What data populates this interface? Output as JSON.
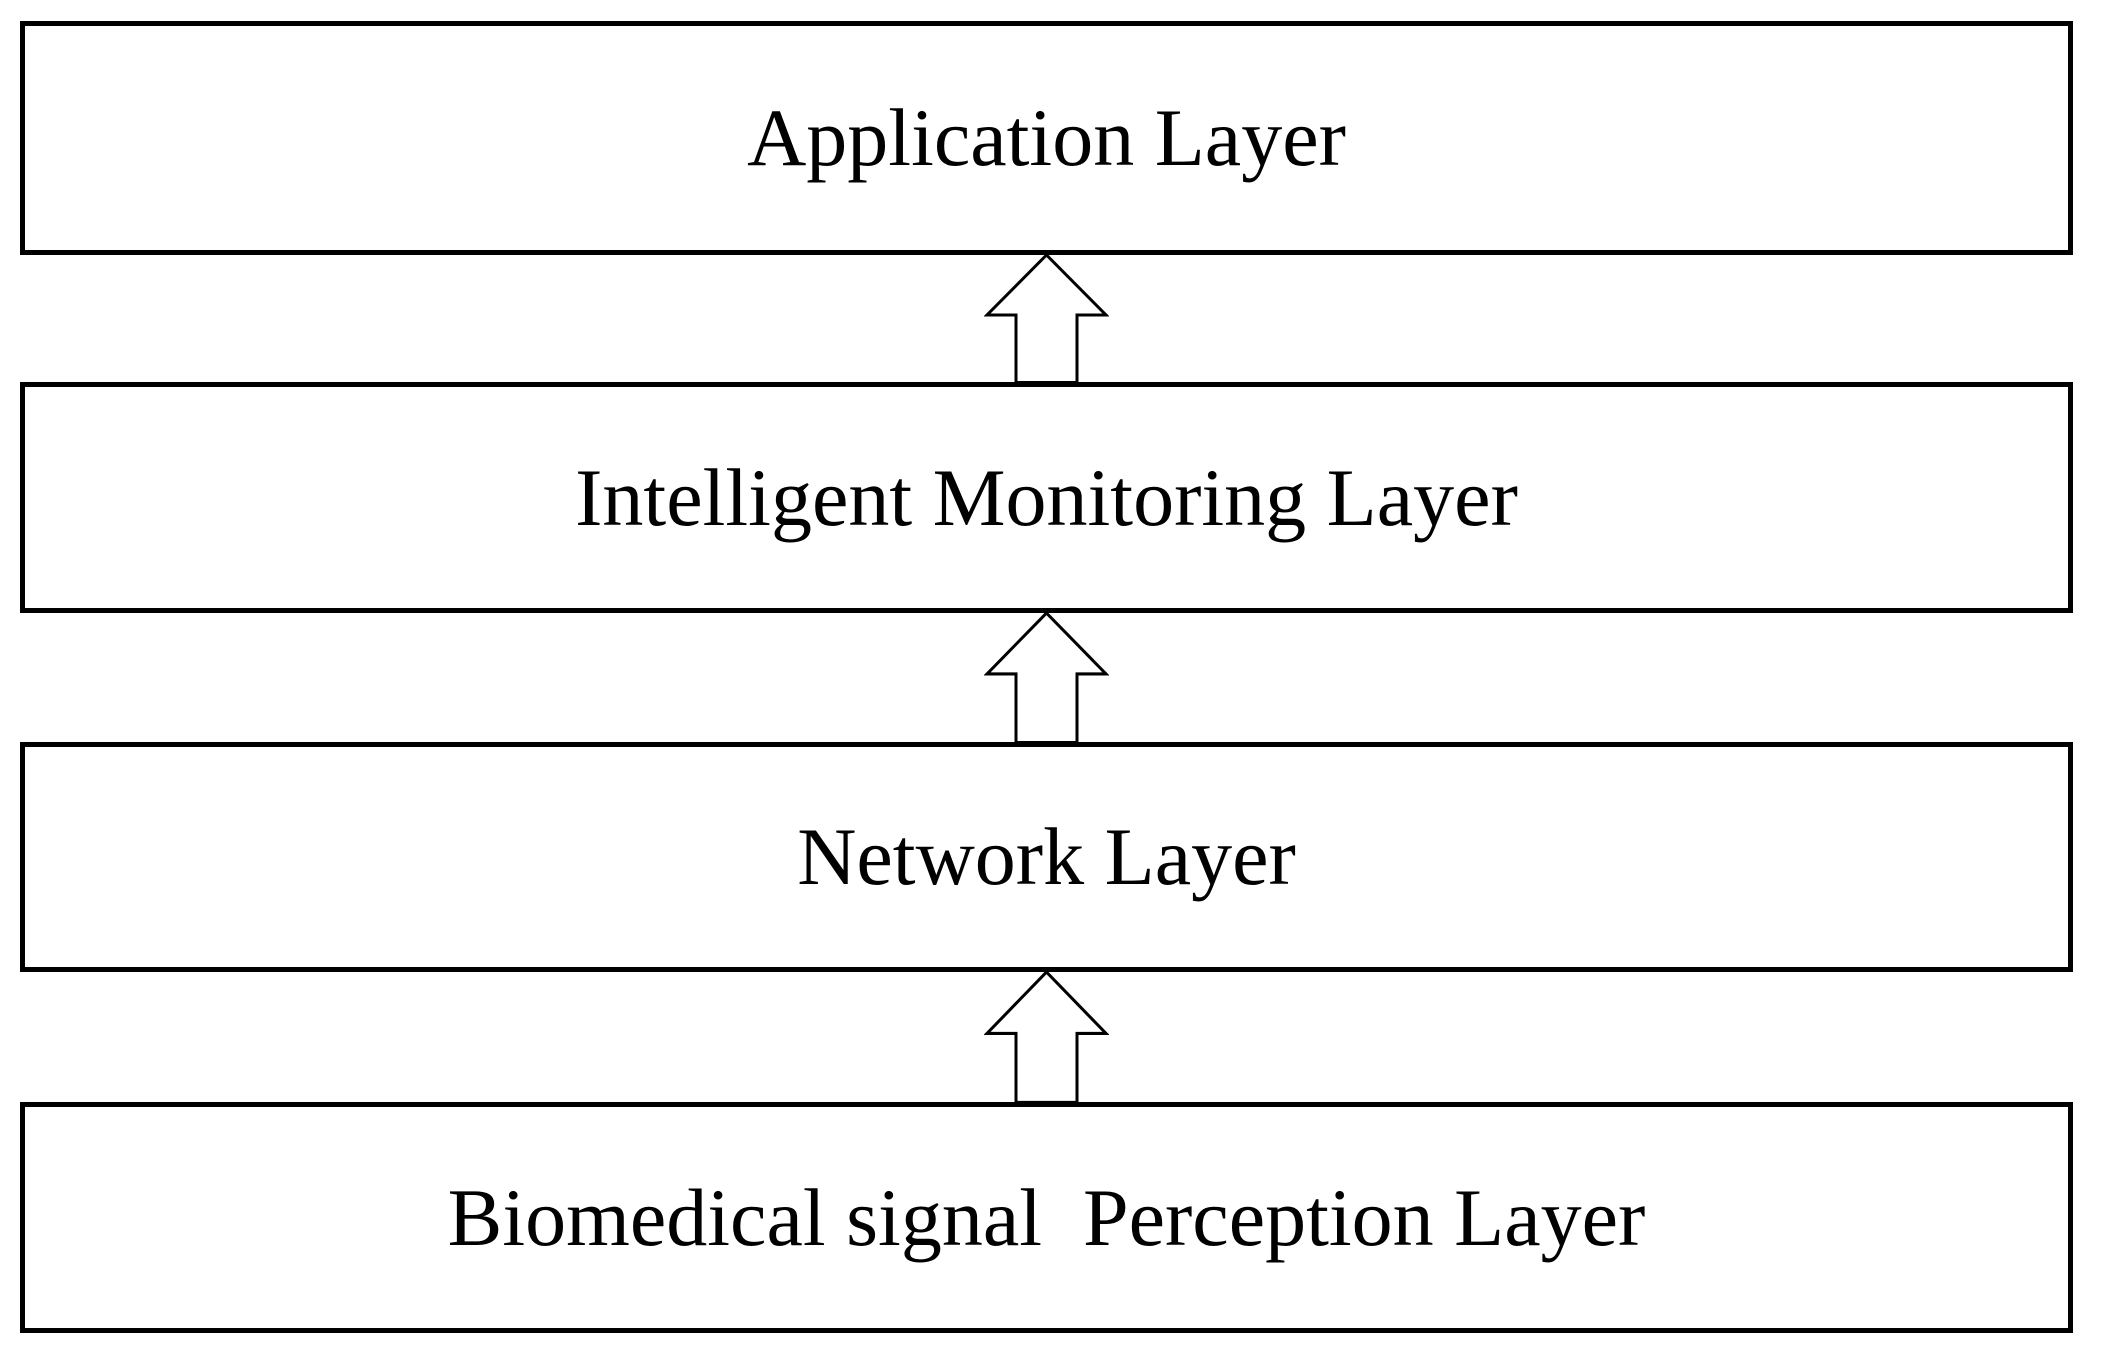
{
  "diagram": {
    "type": "layered-architecture",
    "arrow_direction": "up",
    "colors": {
      "background": "#ffffff",
      "box_fill": "#ffffff",
      "box_border": "#000000",
      "text": "#000000",
      "arrow_fill": "#ffffff",
      "arrow_outline": "#000000"
    },
    "layers_top_to_bottom": [
      {
        "label": "Application Layer"
      },
      {
        "label": "Intelligent Monitoring Layer"
      },
      {
        "label": "Network Layer"
      },
      {
        "label": "Biomedical signal  Perception Layer"
      }
    ]
  }
}
